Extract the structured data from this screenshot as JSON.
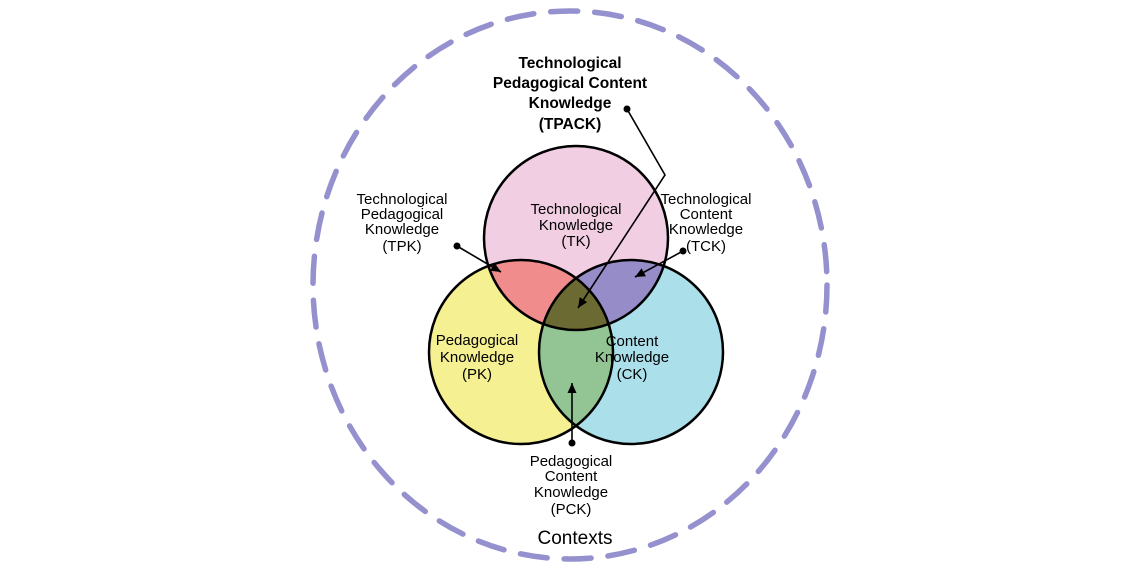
{
  "diagram": {
    "outer": {
      "label": "Contexts",
      "color": "#9590CE"
    },
    "outline_color": "#000000",
    "circles": {
      "tk": {
        "lines": [
          "Technological",
          "Knowledge",
          "(TK)"
        ],
        "fill": "#F2CEE3"
      },
      "pk": {
        "lines": [
          "Pedagogical",
          "Knowledge",
          "(PK)"
        ],
        "fill": "#F5F091"
      },
      "ck": {
        "lines": [
          "Content",
          "Knowledge",
          "(CK)"
        ],
        "fill": "#ABE0EB"
      }
    },
    "overlaps": {
      "tpk": {
        "lines": [
          "Technological",
          "Pedagogical",
          "Knowledge",
          "(TPK)"
        ],
        "fill": "#F18C8C"
      },
      "tck": {
        "lines": [
          "Technological",
          "Content",
          "Knowledge",
          "(TCK)"
        ],
        "fill": "#968CC8"
      },
      "pck": {
        "lines": [
          "Pedagogical",
          "Content",
          "Knowledge",
          "(PCK)"
        ],
        "fill": "#93C493"
      },
      "tpack": {
        "lines": [
          "Technological",
          "Pedagogical Content",
          "Knowledge",
          "(TPACK)"
        ],
        "fill": "#6C6A33"
      }
    }
  }
}
